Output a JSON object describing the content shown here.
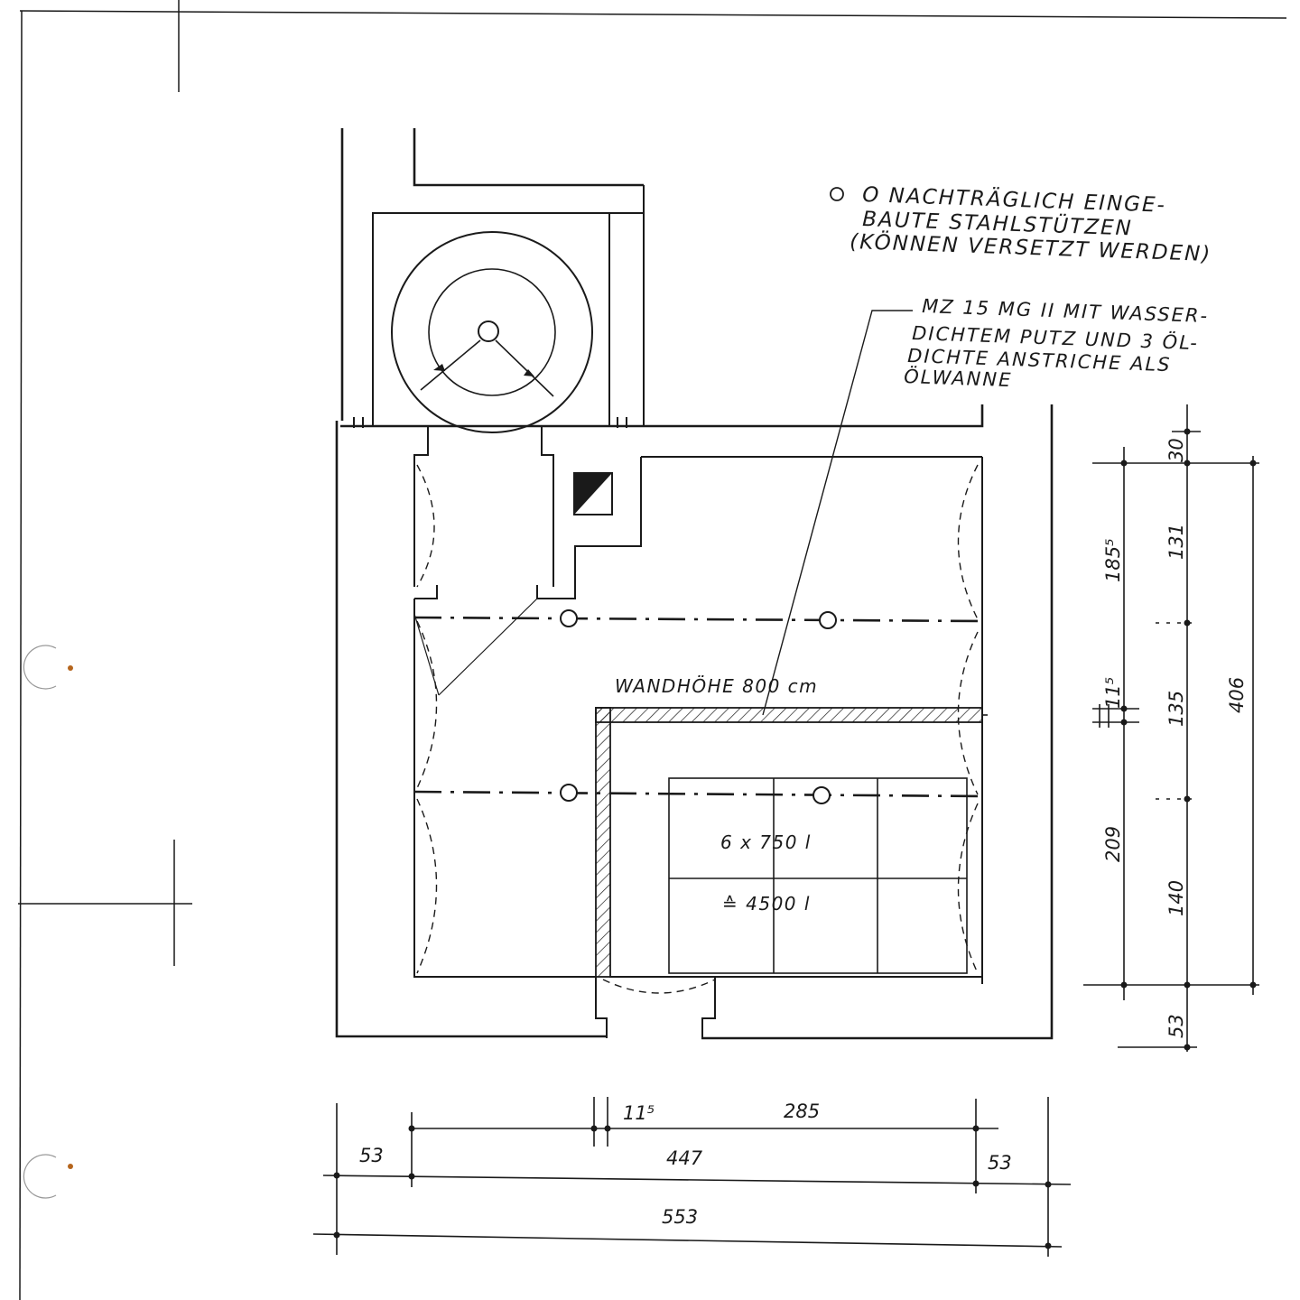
{
  "legend": {
    "columns_note": [
      "O NACHTRÄGLICH EINGE-",
      "BAUTE STAHLSTÜTZEN",
      "(KÖNNEN VERSETZT WERDEN)"
    ],
    "wall_note": [
      "MZ 15 MG II MIT WASSER-",
      "DICHTEM PUTZ UND 3 ÖL-",
      "DICHTE ANSTRICHE ALS",
      "ÖLWANNE"
    ]
  },
  "plan": {
    "wall_height_label": "WANDHÖHE 800 cm",
    "tank_count_label": "6 x 750 l",
    "tank_total_label": "≙ 4500 l"
  },
  "dimensions": {
    "right": {
      "d30": "30",
      "d131": "131",
      "d185_5": "185⁵",
      "d11_5": "11⁵",
      "d135": "135",
      "d406": "406",
      "d209": "209",
      "d140": "140",
      "d53": "53"
    },
    "bottom": {
      "d11_5": "11⁵",
      "d285": "285",
      "d53_left": "53",
      "d447": "447",
      "d53_right": "53",
      "d553": "553"
    }
  },
  "colors": {
    "ink": "#1a1a1a",
    "paper": "#ffffff",
    "punch_hole_rust": "#b5651d"
  }
}
